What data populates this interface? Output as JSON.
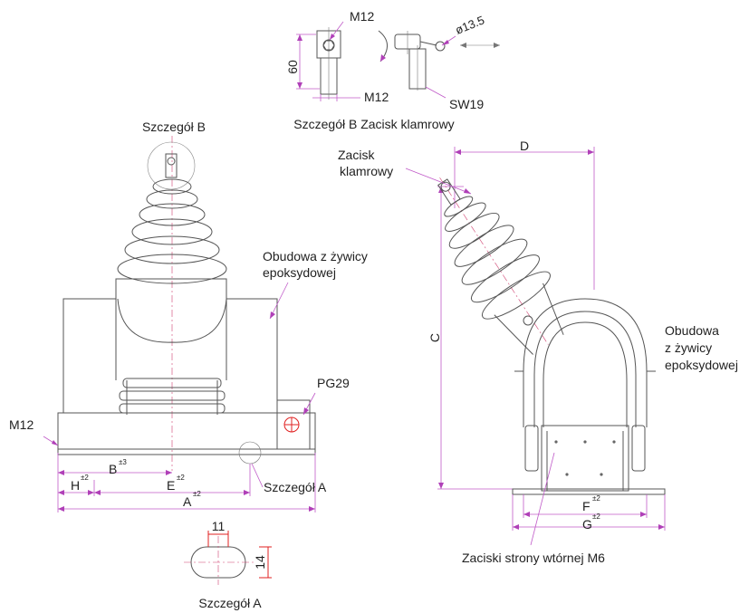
{
  "detail_b": {
    "m12_top": "M12",
    "height_60": "60",
    "m12_bottom": "M12",
    "diameter": "ø13.5",
    "sw19": "SW19",
    "caption": "Szczegół B Zacisk klamrowy"
  },
  "front_view": {
    "detail_b_ref": "Szczegół B",
    "housing_label_line1": "Obudowa z żywicy",
    "housing_label_line2": "epoksydowej",
    "pg29": "PG29",
    "m12": "M12",
    "dim_b": "B",
    "tol_b": "±3",
    "dim_h": "H",
    "tol_h": "±2",
    "dim_e": "E",
    "tol_e": "±2",
    "dim_a": "A",
    "tol_a": "±2",
    "detail_a_ref": "Szczegół A"
  },
  "detail_a": {
    "dim_11": "11",
    "dim_14": "14",
    "caption": "Szczegół A"
  },
  "side_view": {
    "clamp_line1": "Zacisk",
    "clamp_line2": "klamrowy",
    "dim_d": "D",
    "dim_c": "C",
    "housing_line1": "Obudowa",
    "housing_line2": "z żywicy",
    "housing_line3": "epoksydowej",
    "dim_f": "F",
    "tol_f": "±2",
    "dim_g": "G",
    "tol_g": "±2",
    "secondary": "Zaciski strony wtórnej M6"
  }
}
